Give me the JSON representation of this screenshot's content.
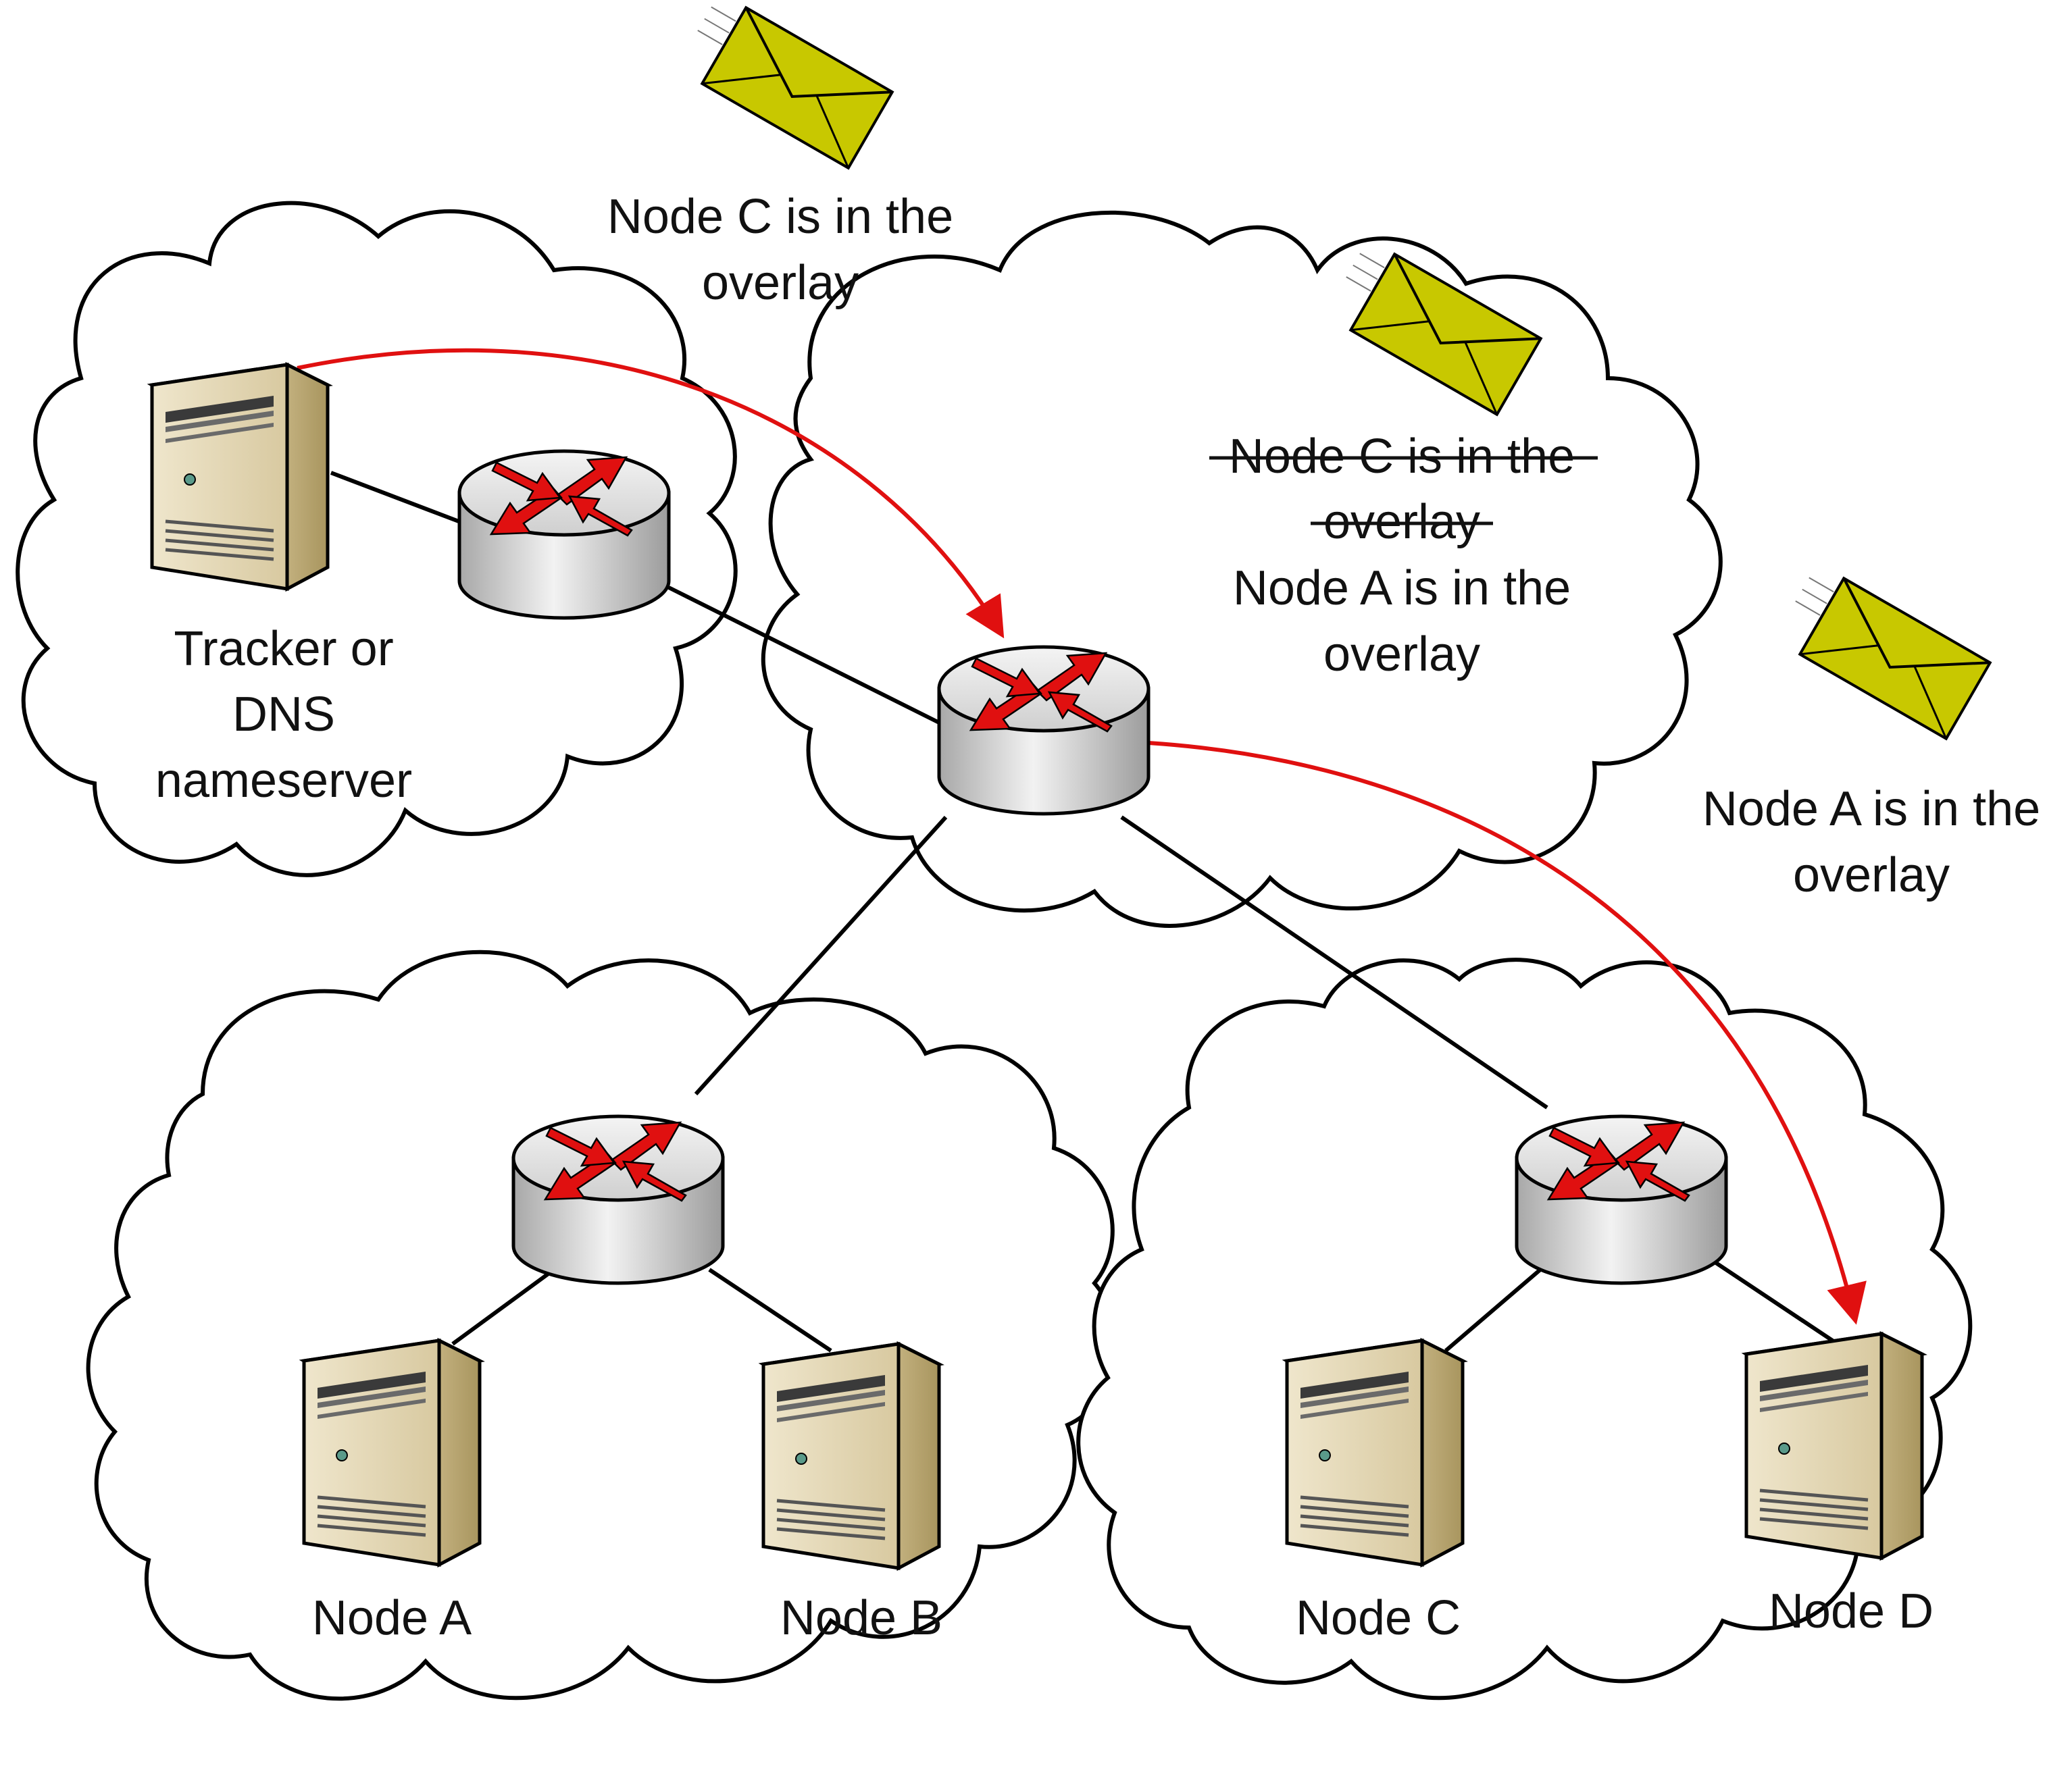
{
  "colors": {
    "outline": "#000000",
    "flow_arrow": "#e01010",
    "router_body": "#d8d8d8",
    "router_arrows": "#e01010",
    "server_body": "#e4d8b8",
    "envelope": "#c8c800"
  },
  "nodes": {
    "tracker": {
      "label_line1": "Tracker or",
      "label_line2": "DNS",
      "label_line3": "nameserver",
      "icon": "server-icon"
    },
    "node_a": {
      "label": "Node A",
      "icon": "server-icon"
    },
    "node_b": {
      "label": "Node B",
      "icon": "server-icon"
    },
    "node_c": {
      "label": "Node C",
      "icon": "server-icon"
    },
    "node_d": {
      "label": "Node D",
      "icon": "server-icon"
    }
  },
  "routers": [
    {
      "id": "router-tracker",
      "icon": "router-icon"
    },
    {
      "id": "router-core",
      "icon": "router-icon"
    },
    {
      "id": "router-left",
      "icon": "router-icon"
    },
    {
      "id": "router-right",
      "icon": "router-icon"
    }
  ],
  "messages": {
    "top": {
      "line1": "Node C is in the",
      "line2": "overlay",
      "icon": "envelope-icon"
    },
    "core_old": {
      "line1": "Node C is in the",
      "line2": "overlay",
      "struck": true
    },
    "core_new": {
      "line1": "Node A is in the",
      "line2": "overlay",
      "icon": "envelope-icon"
    },
    "right": {
      "line1": "Node A is in the",
      "line2": "overlay",
      "icon": "envelope-icon"
    }
  }
}
